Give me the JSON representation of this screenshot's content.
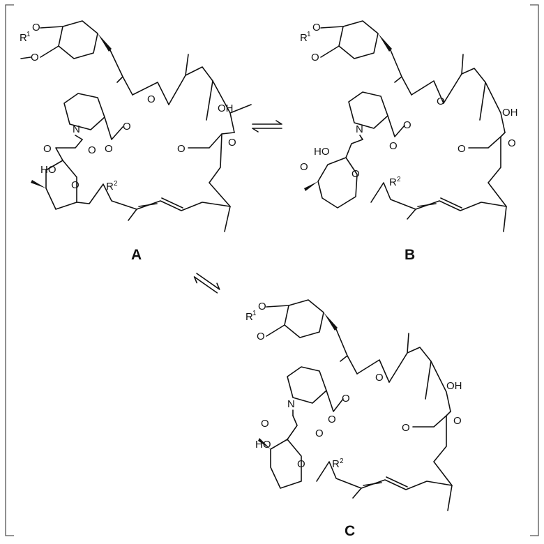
{
  "figure": {
    "structures": [
      {
        "id": "A",
        "label": "A"
      },
      {
        "id": "B",
        "label": "B"
      },
      {
        "id": "C",
        "label": "C"
      }
    ],
    "atoms": {
      "r1": "R",
      "r1_sup": "1",
      "r2": "R",
      "r2_sup": "2",
      "o_r1": "O",
      "o_me": "O",
      "oh": "OH",
      "ho": "HO",
      "n": "N",
      "o": "O",
      "o_ester": "O",
      "o_ring": "O"
    }
  }
}
